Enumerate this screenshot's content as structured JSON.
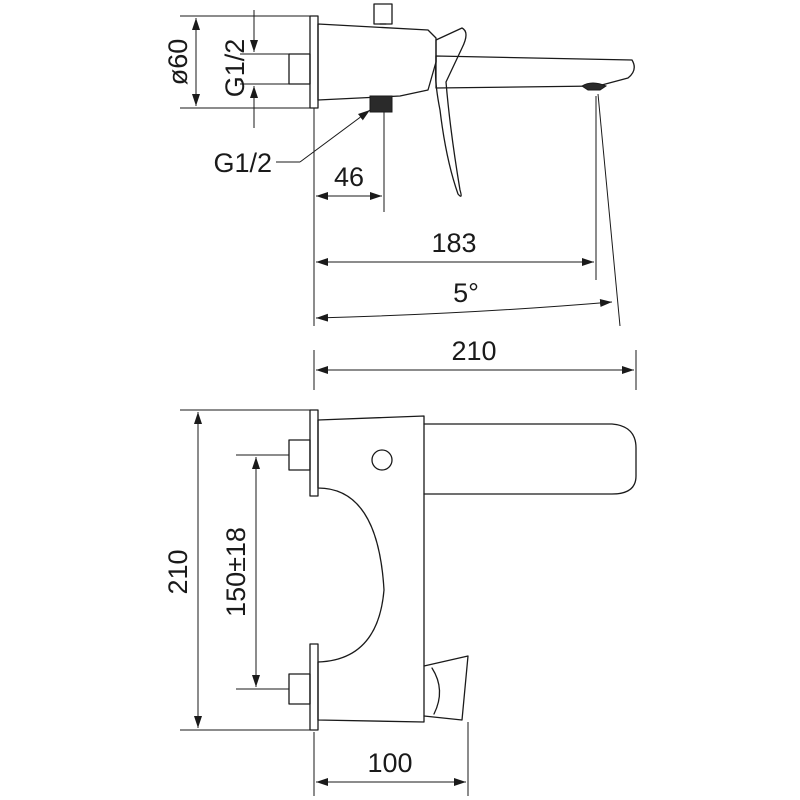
{
  "top_view": {
    "dim_diameter": "ø60",
    "dim_thread_inlet": "G1/2",
    "dim_thread_outlet": "G1/2",
    "dim_outlet_offset": "46",
    "dim_spout_reach": "183",
    "dim_spout_angle": "5°",
    "dim_total_depth": "210"
  },
  "front_view": {
    "dim_height": "210",
    "dim_centres": "150±18",
    "dim_width": "100"
  }
}
